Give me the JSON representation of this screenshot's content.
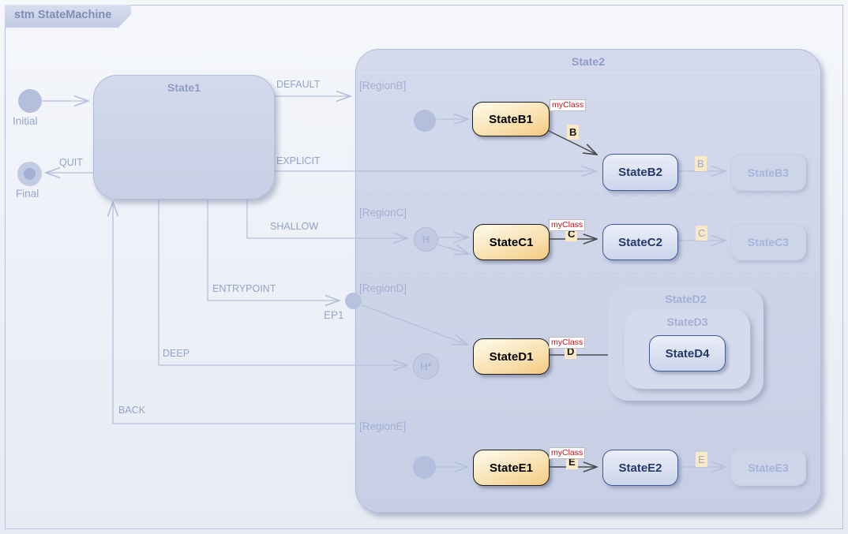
{
  "frame": {
    "title": "stm StateMachine"
  },
  "palette": {
    "orange_state_fill": "#f8dba4",
    "blue_state_border": "#41599b",
    "blue_state_text": "#24396b",
    "stereotype_red": "#c1121c",
    "faded_text": "#a7b4d8",
    "connector_line": "#b4c0dc",
    "dark_connector": "#4a4a4a"
  },
  "outer": {
    "initial": "Initial",
    "final": "Final",
    "state1": "State1",
    "ep1": "EP1",
    "transitions": {
      "default": "DEFAULT",
      "quit": "QUIT",
      "explicit": "EXPLICIT",
      "shallow": "SHALLOW",
      "entrypoint": "ENTRYPOINT",
      "deep": "DEEP",
      "back": "BACK"
    }
  },
  "state2": {
    "title": "State2",
    "regionB": {
      "label": "[RegionB]",
      "initial": "InitialB",
      "s1": "StateB1",
      "s2": "StateB2",
      "s3": "StateB3",
      "stereotype": "myClass",
      "trigger": "B",
      "trigger2": "B"
    },
    "regionC": {
      "label": "[RegionC]",
      "history": "HistoryC",
      "history_glyph": "H",
      "s1": "StateC1",
      "s2": "StateC2",
      "s3": "StateC3",
      "stereotype": "myClass",
      "trigger": "C",
      "trigger2": "C"
    },
    "regionD": {
      "label": "[RegionD]",
      "history": "HistoryD",
      "history_glyph": "H*",
      "s1": "StateD1",
      "composite": "StateD2",
      "composite_inner": "StateD3",
      "s4": "StateD4",
      "stereotype": "myClass",
      "trigger": "D"
    },
    "regionE": {
      "label": "[RegionE]",
      "initial": "InitialE",
      "s1": "StateE1",
      "s2": "StateE2",
      "s3": "StateE3",
      "stereotype": "myClass",
      "trigger": "E",
      "trigger2": "E"
    }
  }
}
